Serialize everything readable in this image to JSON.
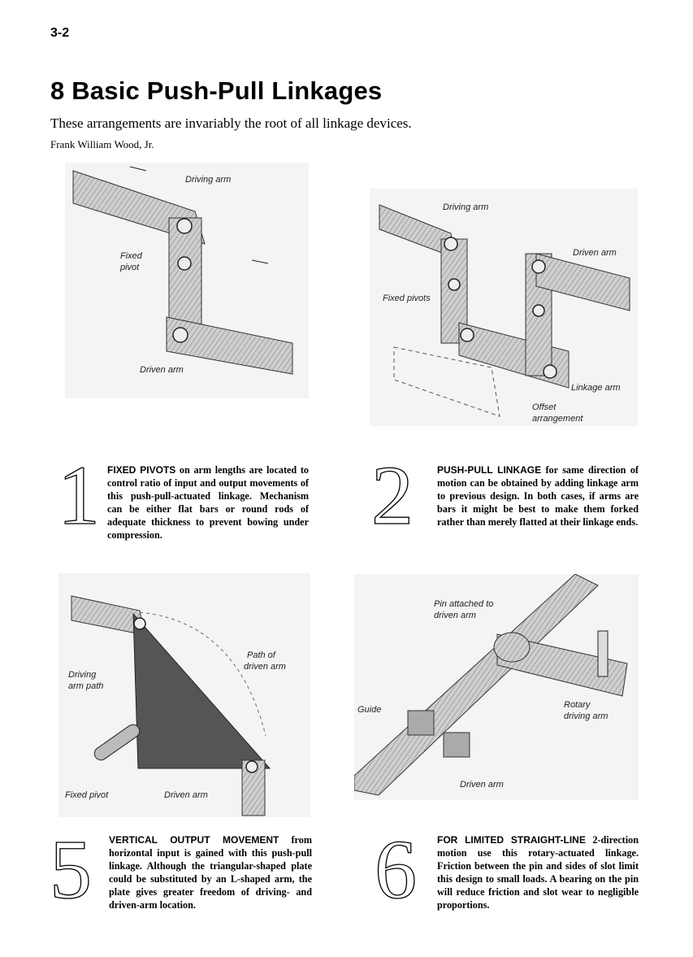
{
  "header": {
    "page_number": "3-2",
    "title": "8 Basic Push-Pull Linkages",
    "subtitle": "These arrangements are invariably the root of all linkage devices.",
    "author": "Frank William Wood, Jr."
  },
  "figures": [
    {
      "number": "1",
      "labels": {
        "driving_arm": "Driving arm",
        "fixed": "Fixed",
        "pivot": "pivot",
        "driven_arm": "Driven arm"
      },
      "caption_head": "FIXED PIVOTS",
      "caption_body": " on arm lengths are located to control ratio of input and output movements of this push-pull-actuated linkage. Mechanism can be either flat bars or round rods of adequate thickness to prevent bowing under compression."
    },
    {
      "number": "2",
      "labels": {
        "driving_arm": "Driving arm",
        "driven_arm": "Driven arm",
        "fixed_pivots": "Fixed pivots",
        "linkage_arm": "Linkage arm",
        "offset": "Offset",
        "arrangement": "arrangement"
      },
      "caption_head": "PUSH-PULL LINKAGE",
      "caption_body": " for same direction of motion can be obtained by adding linkage arm to previous design. In both cases, if arms are bars it might be best to make them forked rather than merely flatted at their linkage ends."
    },
    {
      "number": "5",
      "labels": {
        "path_of": "Path of",
        "driven_arm_path": "driven arm",
        "driving": "Driving",
        "arm_path": "arm path",
        "fixed_pivot": "Fixed pivot",
        "driven_arm": "Driven arm"
      },
      "caption_head": "VERTICAL OUTPUT MOVEMENT",
      "caption_body": " from horizontal input is gained with this push-pull linkage. Although the triangular-shaped plate could be substituted by an L-shaped arm, the plate gives greater freedom of driving- and driven-arm location."
    },
    {
      "number": "6",
      "labels": {
        "pin_attached": "Pin attached to",
        "driven_arm_l": "driven arm",
        "guide": "Guide",
        "rotary": "Rotary",
        "driving_arm": "driving arm",
        "driven_arm": "Driven arm"
      },
      "caption_head": "FOR LIMITED STRAIGHT-LINE",
      "caption_body": " 2-direction motion use this rotary-actuated linkage. Friction between the pin and sides of slot limit this design to small loads. A bearing on the pin will reduce friction and slot wear to negligible proportions."
    }
  ]
}
